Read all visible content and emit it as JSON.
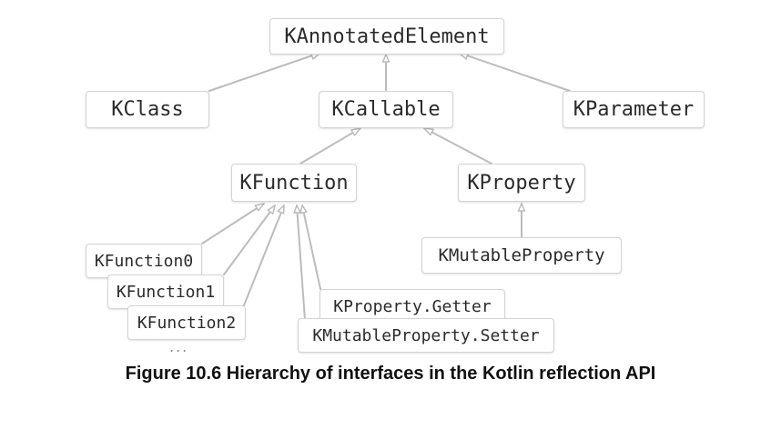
{
  "nodes": {
    "kannotatedelement": "KAnnotatedElement",
    "kclass": "KClass",
    "kcallable": "KCallable",
    "kparameter": "KParameter",
    "kfunction": "KFunction",
    "kproperty": "KProperty",
    "kmutableproperty": "KMutableProperty",
    "kfunction0": "KFunction0",
    "kfunction1": "KFunction1",
    "kfunction2": "KFunction2",
    "kproperty_getter": "KProperty.Getter",
    "kmutableproperty_setter": "KMutableProperty.Setter"
  },
  "ellipsis": "...",
  "caption": "Figure 10.6 Hierarchy of interfaces in the Kotlin reflection API",
  "colors": {
    "edge": "#bcbcbc",
    "node_border": "#d4d4d4"
  }
}
